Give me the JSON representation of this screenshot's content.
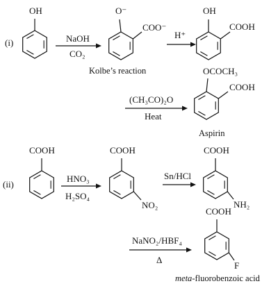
{
  "part_i": {
    "label": "(i)",
    "phenol": {
      "oh": "OH"
    },
    "salicylate": {
      "o_minus": "O⁻",
      "coo_minus": "COO⁻"
    },
    "salicylic_acid": {
      "oh": "OH",
      "cooh": "COOH"
    },
    "aspirin": {
      "ococh3": "OCOCH₃",
      "cooh": "COOH",
      "caption": "Aspirin"
    },
    "step1": {
      "top": "NaOH",
      "bottom": "CO₂"
    },
    "step2": {
      "top": "H⁺"
    },
    "step3": {
      "top": "(CH₃CO)₂O",
      "bottom": "Heat"
    },
    "reaction_name": "Kolbe’s reaction"
  },
  "part_ii": {
    "label": "(ii)",
    "benzoic_acid": {
      "cooh": "COOH"
    },
    "nitrobenzoic_acid": {
      "cooh": "COOH",
      "no2": "NO₂"
    },
    "aminobenzoic_acid": {
      "cooh": "COOH",
      "nh2": "NH₂"
    },
    "fluorobenzoic_acid": {
      "cooh": "COOH",
      "f": "F",
      "caption_prefix": "meta",
      "caption_rest": "-fluorobenzoic acid"
    },
    "step1": {
      "top": "HNO₃",
      "bottom": "H₂SO₄"
    },
    "step2": {
      "top": "Sn/HCl"
    },
    "step3": {
      "top": "NaNO₂/HBF₄",
      "bottom": "Δ"
    }
  }
}
